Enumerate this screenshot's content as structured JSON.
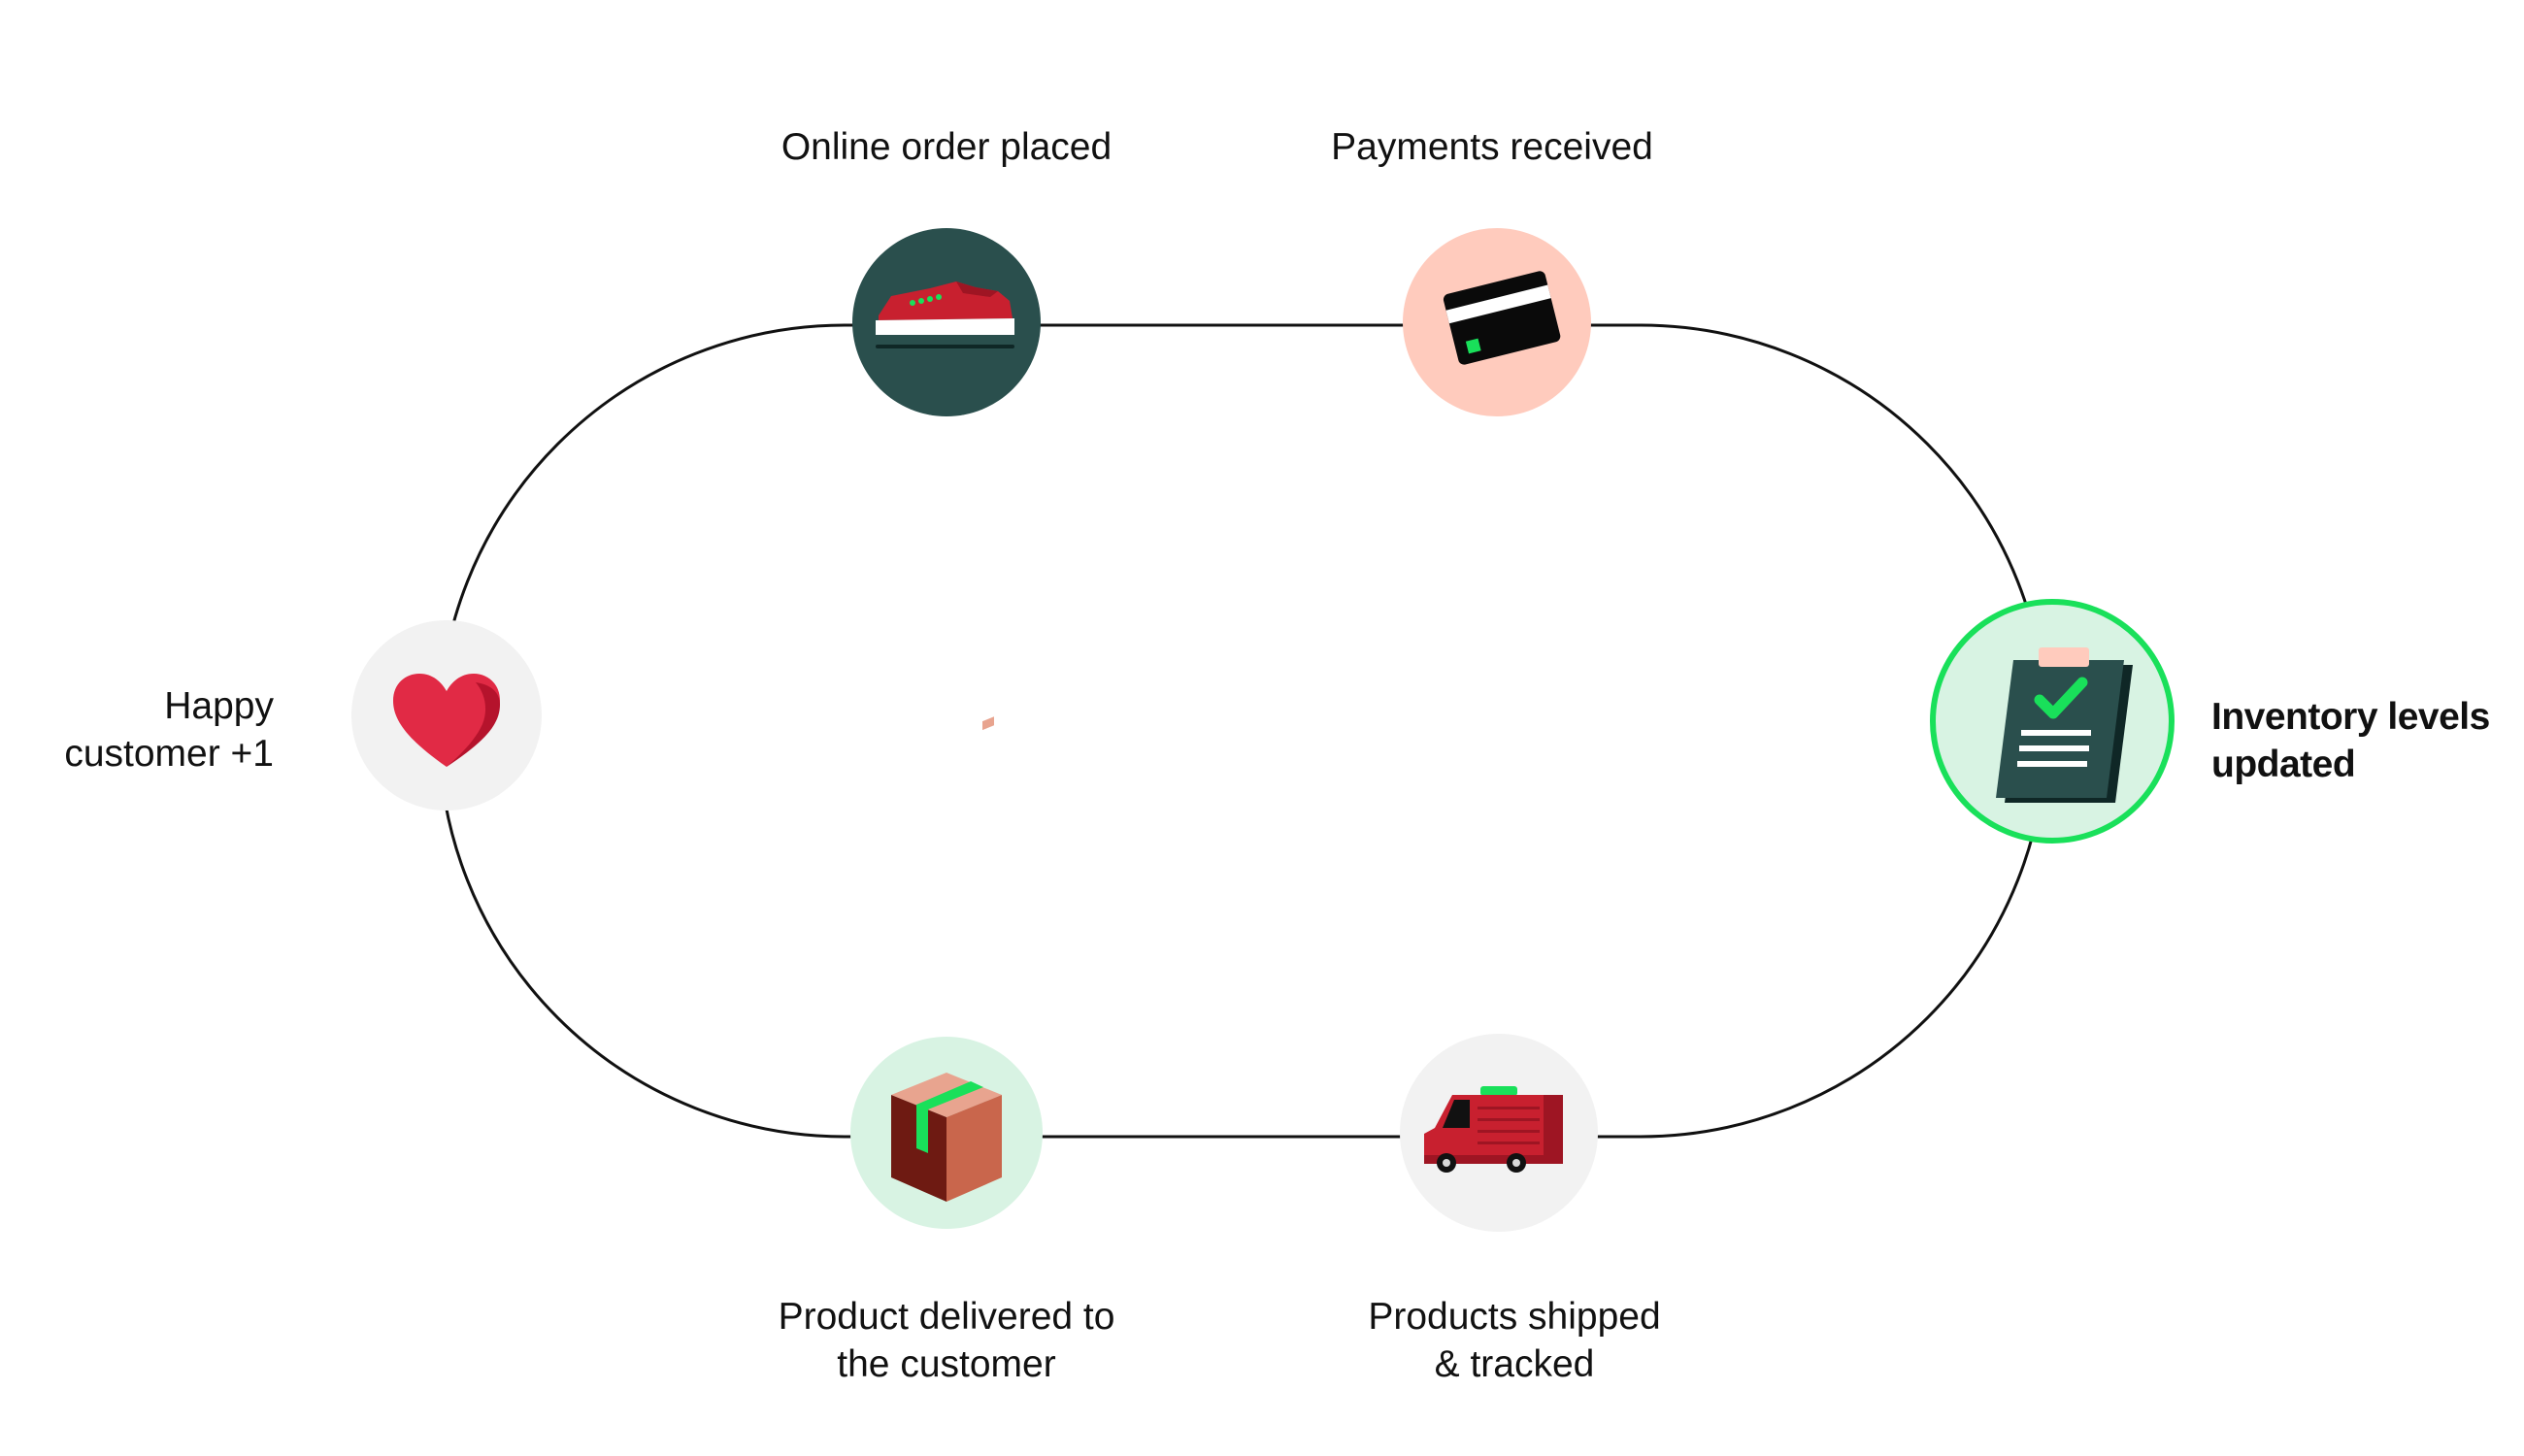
{
  "diagram": {
    "colors": {
      "loop_stroke": "#111111",
      "order_bg": "#2a4f4d",
      "payment_bg": "#ffcbbd",
      "inventory_bg": "#d8f3e3",
      "inventory_ring": "#19e05a",
      "shipped_bg": "#f2f2f2",
      "delivered_bg": "#d8f3e3",
      "happy_bg": "#f2f2f2",
      "accent_green": "#19e05a",
      "shoe_red": "#c8202f",
      "heart_red": "#e12a45"
    },
    "steps": {
      "order": {
        "line1": "Online order placed",
        "icon": "sneaker-icon"
      },
      "payment": {
        "line1": "Payments received",
        "icon": "credit-card-icon"
      },
      "inventory": {
        "line1": "Inventory levels",
        "line2": "updated",
        "icon": "clipboard-check-icon",
        "highlighted": true
      },
      "shipped": {
        "line1": "Products shipped",
        "line2": "& tracked",
        "icon": "delivery-truck-icon"
      },
      "delivered": {
        "line1": "Product delivered to",
        "line2": "the customer",
        "icon": "package-box-icon"
      },
      "happy": {
        "line1": "Happy",
        "line2": "customer +1",
        "icon": "heart-icon"
      }
    }
  }
}
